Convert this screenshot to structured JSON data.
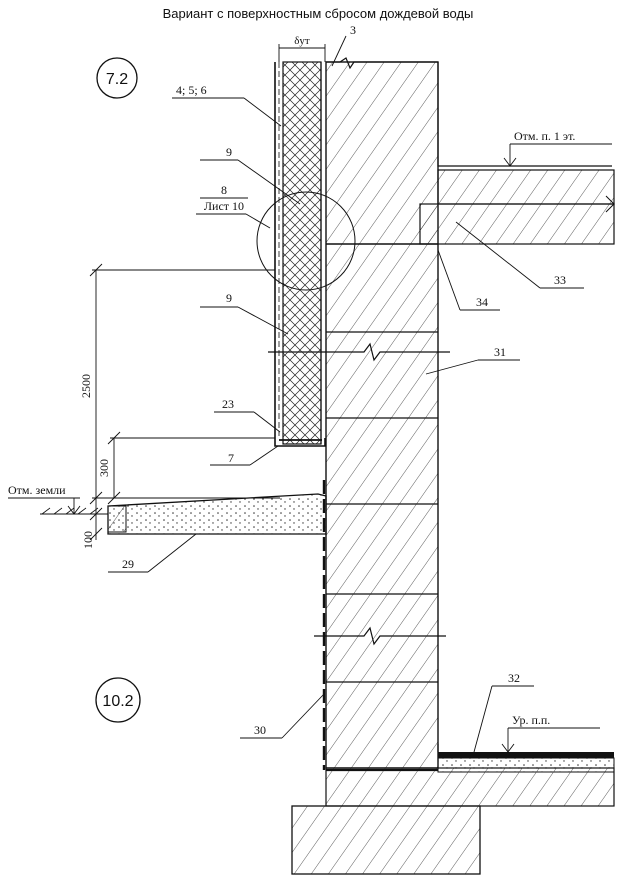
{
  "title": "Вариант с поверхностным сбросом дождевой воды",
  "refs": {
    "r72": "7.2",
    "r102": "10.2"
  },
  "labels": {
    "delta": "δут",
    "n3": "3",
    "n456": "4; 5; 6",
    "n9a": "9",
    "n8": "8",
    "list10": "Лист 10",
    "n9b": "9",
    "n23": "23",
    "n7": "7",
    "n33": "33",
    "n34": "34",
    "n31": "31",
    "n29": "29",
    "n30": "30",
    "n32": "32"
  },
  "levels": {
    "floor1": "Отм. п. 1 эт.",
    "ground": "Отм. земли",
    "basement": "Ур. п.п."
  },
  "dims": {
    "d2500": "2500",
    "d300": "300",
    "d100": "100"
  }
}
